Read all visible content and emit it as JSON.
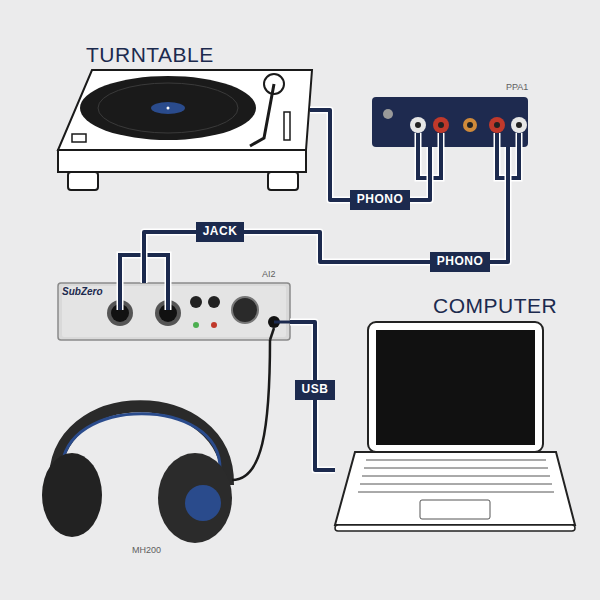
{
  "diagram": {
    "nodes": [
      {
        "text": [
          "TURNTABLE"
        ]
      },
      {
        "text": [
          "PPA1"
        ]
      },
      {
        "text": [
          "SubZero",
          "AI2"
        ]
      },
      {
        "text": [
          "COMPUTER"
        ]
      },
      {
        "text": [
          "MH200"
        ]
      }
    ],
    "edges": [
      {
        "from": 0,
        "to": 1,
        "label": "PHONO",
        "arrow": "none"
      },
      {
        "from": 1,
        "to": 2,
        "label": "PHONO",
        "arrow": "none"
      },
      {
        "from": 2,
        "to": 3,
        "label": "USB",
        "arrow": "none"
      },
      {
        "from": 2,
        "to": 4,
        "arrow": "none"
      }
    ],
    "labels": [
      "JACK"
    ]
  }
}
